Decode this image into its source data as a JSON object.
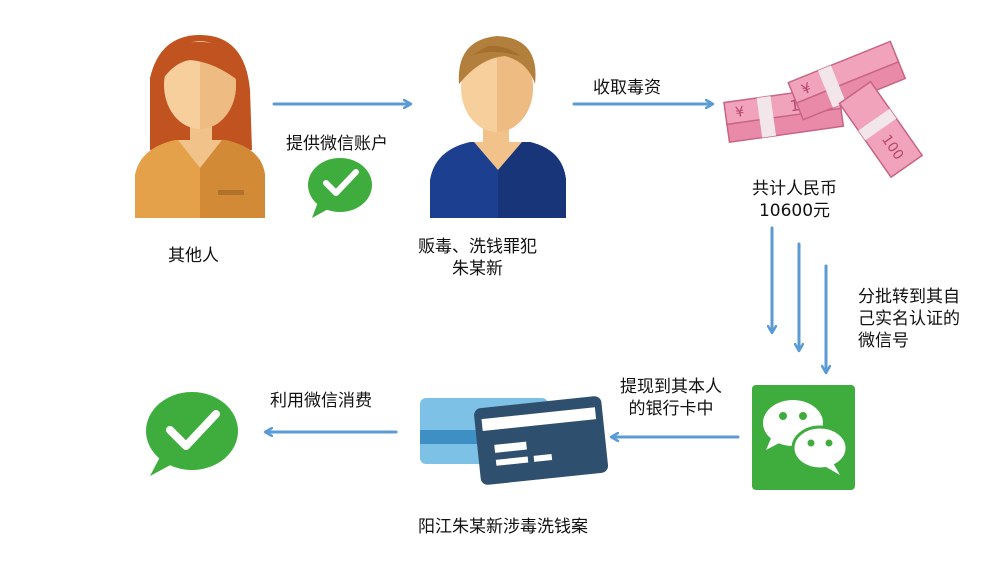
{
  "nodes": {
    "other_person": "其他人",
    "criminal": "贩毒、洗钱罪犯\n朱某新",
    "money_total": "共计人民币\n10600元"
  },
  "edges": {
    "provide_account": "提供微信账户",
    "collect_drug_money": "收取毒资",
    "batch_transfer": "分批转到其自\n己实名认证的\n微信号",
    "withdraw": "提现到其本人\n的银行卡中",
    "spend": "利用微信消费"
  },
  "banknote_mark": "100",
  "currency_symbol": "¥",
  "caption": "阳江朱某新涉毒洗钱案",
  "colors": {
    "arrow": "#5b9bd5",
    "wechat_green": "#3fad3e",
    "person_female_shirt": "#e5a14a",
    "person_male_shirt": "#1d3f8f",
    "banknote": "#e88aa8",
    "card_front": "#2f4f6f",
    "card_back": "#7ec1e6"
  }
}
